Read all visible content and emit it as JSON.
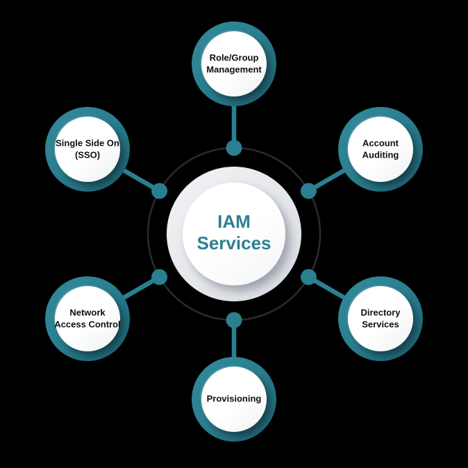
{
  "center": {
    "label": "IAM\nServices"
  },
  "satellites": [
    {
      "id": "role-group-management",
      "label": "Role/Group\nManagement"
    },
    {
      "id": "account-auditing",
      "label": "Account\nAuditing"
    },
    {
      "id": "single-sign-on-sso",
      "label": "Single Side On\n(SSO)"
    },
    {
      "id": "directory-services",
      "label": "Directory\nServices"
    },
    {
      "id": "network-access-control",
      "label": "Network\nAccess Control"
    },
    {
      "id": "provisioning",
      "label": "Provisioning"
    }
  ],
  "colors": {
    "teal": "#2a8091",
    "teal_dark": "#1d5c6b",
    "node_face": "#ffffff",
    "center_circle": "#e6e8ec",
    "orbit_ring": "#2a2a2d",
    "label_text": "#0f0f10",
    "center_text": "#2e7f92",
    "background": "#000000"
  }
}
